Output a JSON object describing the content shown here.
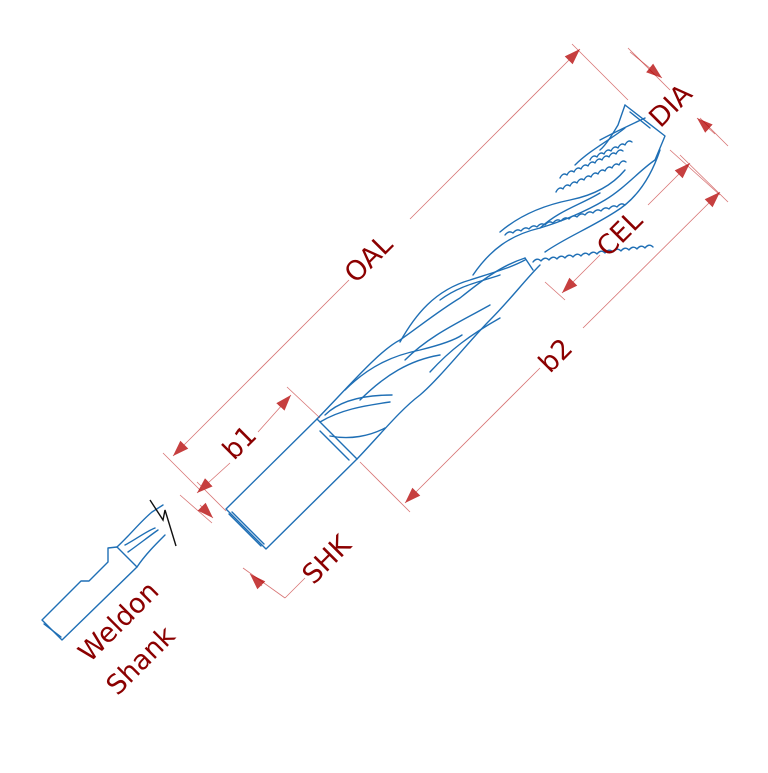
{
  "labels": {
    "oal": "OAL",
    "dia": "DIA",
    "cel": "CEL",
    "b1": "b1",
    "b2": "b2",
    "shk": "SHK",
    "weldon_line1": "Weldon",
    "weldon_line2": "Shank"
  },
  "colors": {
    "tool": "#1f6fb5",
    "dimension_line": "#c94444",
    "label": "#8b0000",
    "arrow": "#b30000",
    "break_line": "#111111",
    "background": "#ffffff"
  }
}
